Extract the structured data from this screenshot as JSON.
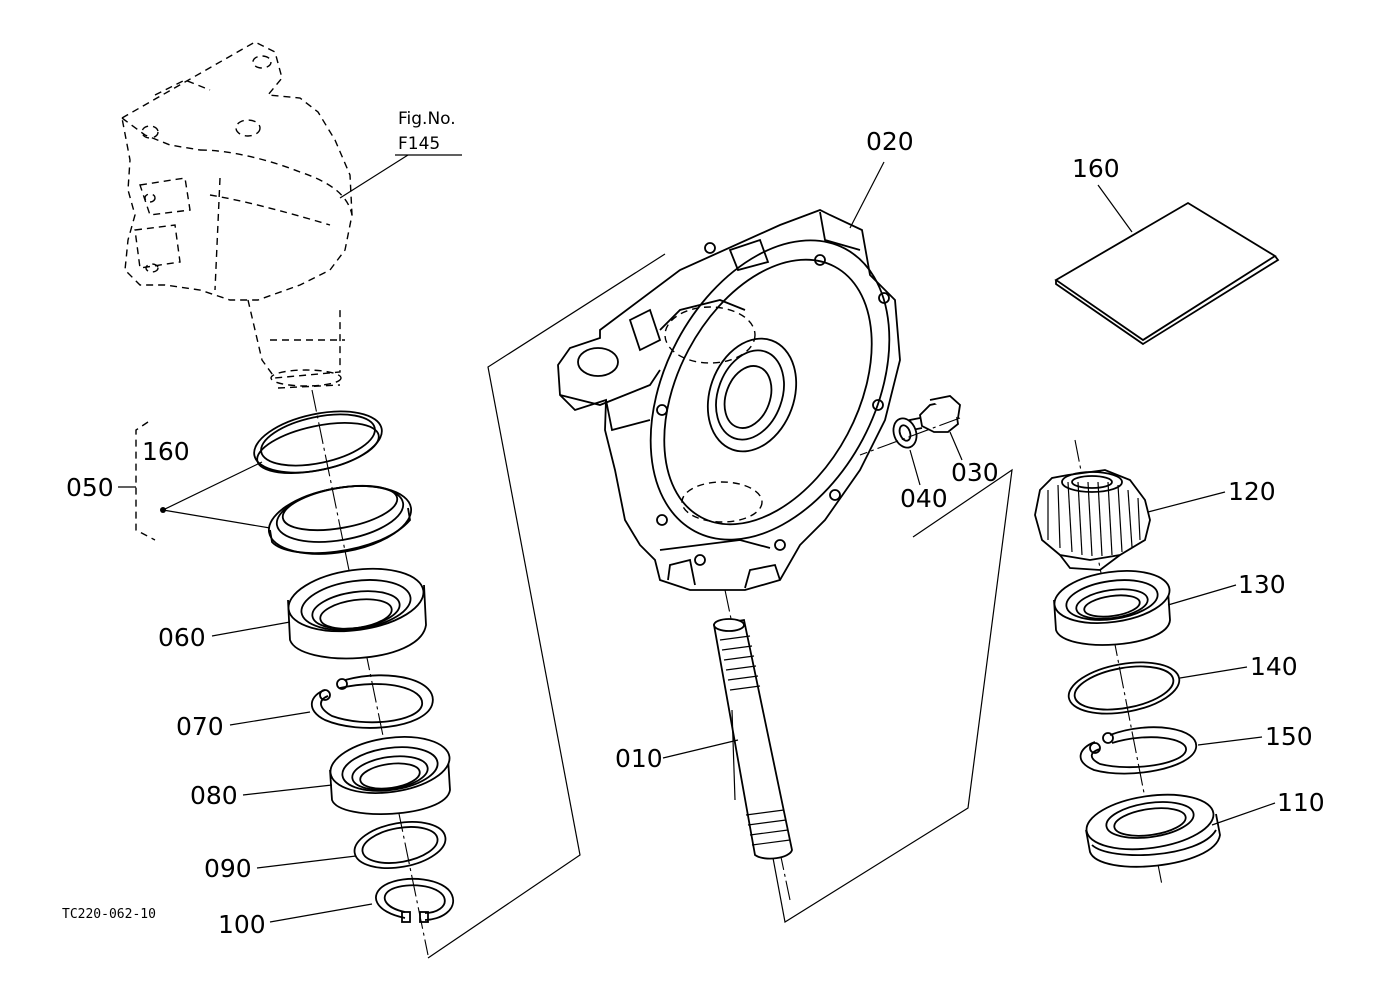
{
  "figure_ref": {
    "line1": "Fig.No.",
    "line2": "F145"
  },
  "doc_code": "TC220-062-10",
  "parts": {
    "p010": "010",
    "p020": "020",
    "p030": "030",
    "p040": "040",
    "p050": "050",
    "p060": "060",
    "p070": "070",
    "p080": "080",
    "p090": "090",
    "p100": "100",
    "p110": "110",
    "p120": "120",
    "p130": "130",
    "p140": "140",
    "p150": "150",
    "p160_kit": "160",
    "p160_sheet": "160"
  }
}
